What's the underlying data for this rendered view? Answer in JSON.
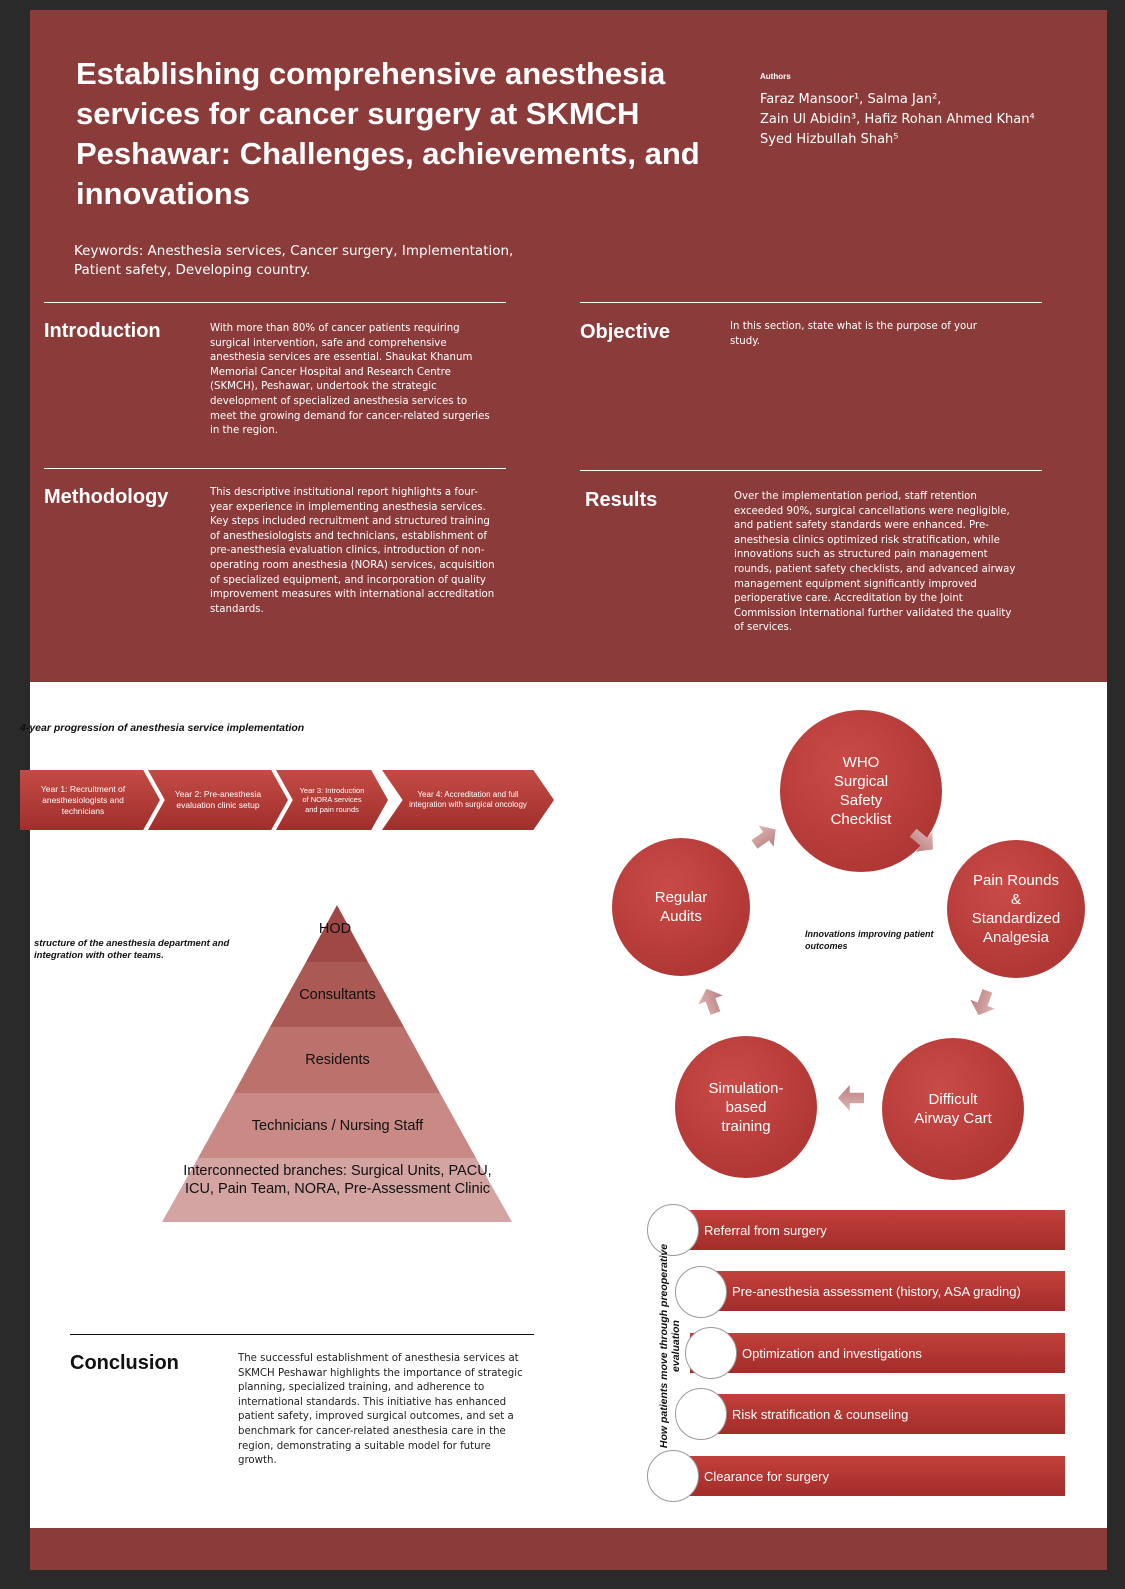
{
  "title": "Establishing comprehensive anesthesia services for cancer surgery at SKMCH Peshawar: Challenges, achievements, and innovations",
  "authors_label": "Authors",
  "authors": [
    "Faraz Mansoor¹, Salma Jan²,",
    "Zain Ul Abidin³, Hafiz Rohan Ahmed Khan⁴",
    "Syed Hizbullah Shah⁵"
  ],
  "keywords": "Keywords: Anesthesia services, Cancer surgery, Implementation, Patient safety, Developing country.",
  "introduction": {
    "heading": "Introduction",
    "text": "With more than 80% of cancer patients requiring surgical intervention, safe and comprehensive anesthesia services are essential. Shaukat Khanum Memorial Cancer Hospital and Research Centre (SKMCH), Peshawar, undertook the strategic development of specialized anesthesia services to meet the growing demand for cancer-related surgeries in the region."
  },
  "objective": {
    "heading": "Objective",
    "text": "In this section, state what is the purpose of your study."
  },
  "methodology": {
    "heading": "Methodology",
    "text": "This descriptive institutional report highlights a four-year experience in implementing anesthesia services. Key steps included recruitment and structured training of anesthesiologists and technicians, establishment of pre-anesthesia evaluation clinics, introduction of non-operating room anesthesia (NORA) services, acquisition of specialized equipment, and incorporation of quality improvement measures with international accreditation standards."
  },
  "results": {
    "heading": "Results",
    "text": "Over the implementation period, staff retention exceeded 90%, surgical cancellations were negligible, and patient safety standards were enhanced. Pre-anesthesia clinics optimized risk stratification, while innovations such as structured pain management rounds, patient safety checklists, and advanced airway management equipment significantly improved perioperative care. Accreditation by the Joint Commission International further validated the quality of services."
  },
  "progression": {
    "caption": "4-year progression of anesthesia service implementation",
    "steps": [
      "Year 1: Recruitment of anesthesiologists and technicians",
      "Year 2: Pre-anesthesia evaluation clinic setup",
      "Year 3: Introduction of NORA services and pain rounds",
      "Year 4: Accreditation and full integration with surgical oncology"
    ]
  },
  "structure": {
    "caption": "structure of the anesthesia department and integration with other teams.",
    "levels": [
      "HOD",
      "Consultants",
      "Residents",
      "Technicians / Nursing Staff",
      "Interconnected branches: Surgical Units, PACU, ICU, Pain Team, NORA, Pre-Assessment Clinic"
    ]
  },
  "innovations": {
    "caption": "Innovations improving patient outcomes",
    "items": [
      "WHO Surgical Safety Checklist",
      "Pain Rounds & Standardized Analgesia",
      "Difficult Airway Cart",
      "Simulation-based training",
      "Regular Audits"
    ]
  },
  "pathway": {
    "caption": "How patients move through preoperative evaluation",
    "steps": [
      "Referral from surgery",
      "Pre-anesthesia assessment (history, ASA grading)",
      "Optimization and investigations",
      "Risk stratification & counseling",
      "Clearance for surgery"
    ]
  },
  "conclusion": {
    "heading": "Conclusion",
    "text": "The successful establishment of anesthesia services at SKMCH Peshawar highlights the importance of strategic planning, specialized training, and adherence to international standards. This initiative has enhanced patient safety, improved surgical outcomes, and set a benchmark for cancer-related anesthesia care in the region, demonstrating a suitable model for future growth."
  }
}
